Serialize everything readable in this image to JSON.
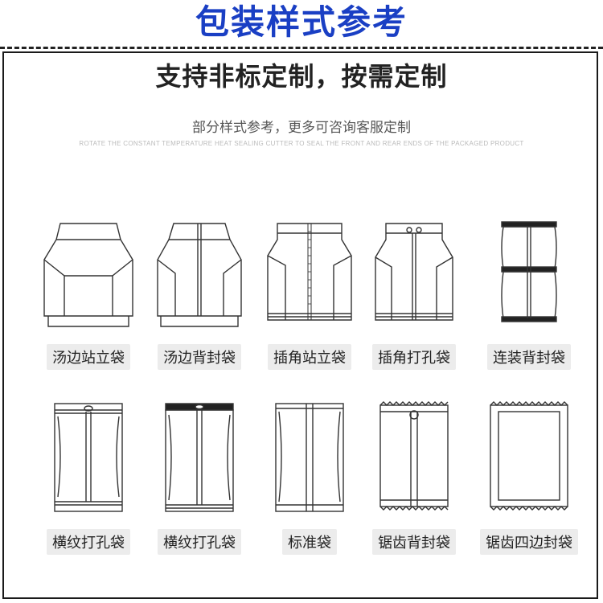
{
  "banner": {
    "title": "包装样式参考"
  },
  "headline": "支持非标定制，按需定制",
  "subhead": "部分样式参考，更多可咨询客服定制",
  "tagline": "ROTATE THE CONSTANT TEMPERATURE HEAT SEALING CUTTER TO SEAL THE FRONT AND REAR ENDS OF THE PACKAGED PRODUCT",
  "rows": [
    {
      "items": [
        {
          "label": "汤边站立袋",
          "icon": "flat-bottom-standup-bag-icon"
        },
        {
          "label": "汤边背封袋",
          "icon": "gusset-back-seal-bag-icon"
        },
        {
          "label": "插角站立袋",
          "icon": "side-gusset-standup-bag-icon"
        },
        {
          "label": "插角打孔袋",
          "icon": "side-gusset-punched-bag-icon"
        },
        {
          "label": "连装背封袋",
          "icon": "linked-back-seal-bag-icon"
        }
      ]
    },
    {
      "items": [
        {
          "label": "横纹打孔袋",
          "icon": "horizontal-striped-punched-bag-icon"
        },
        {
          "label": "横纹打孔袋",
          "icon": "horizontal-striped-punched-bag-black-icon"
        },
        {
          "label": "标准袋",
          "icon": "standard-bag-icon"
        },
        {
          "label": "锯齿背封袋",
          "icon": "serrated-back-seal-bag-icon"
        },
        {
          "label": "锯齿四边封袋",
          "icon": "serrated-four-side-seal-bag-icon"
        }
      ]
    }
  ]
}
